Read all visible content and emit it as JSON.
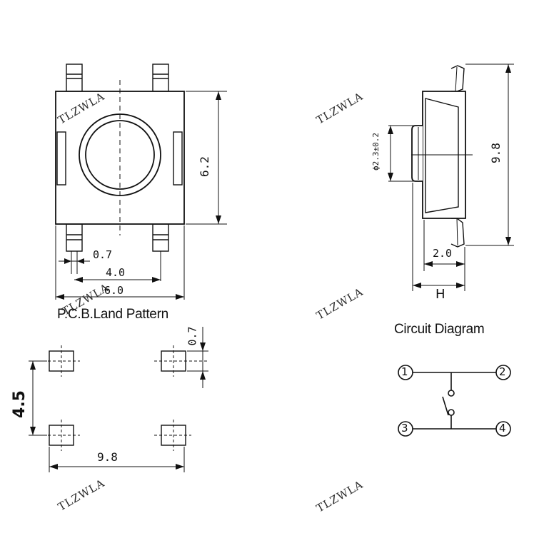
{
  "watermark": "TLZWLA",
  "headings": {
    "land_pattern": "P.C.B.Land Pattern",
    "circuit": "Circuit Diagram"
  },
  "top_view": {
    "dim_pad": "0.7",
    "dim_inner": "4.0",
    "dim_width": "6.0",
    "dim_height": "6.2"
  },
  "side_view": {
    "dim_diameter": "ϕ2.3±0.2",
    "dim_total_height": "9.8",
    "dim_base": "2.0",
    "dim_h": "H"
  },
  "land_pattern": {
    "dim_pad": "0.7",
    "dim_height": "4.5",
    "dim_width": "9.8"
  },
  "circuit": {
    "pins": [
      "1",
      "2",
      "3",
      "4"
    ]
  }
}
